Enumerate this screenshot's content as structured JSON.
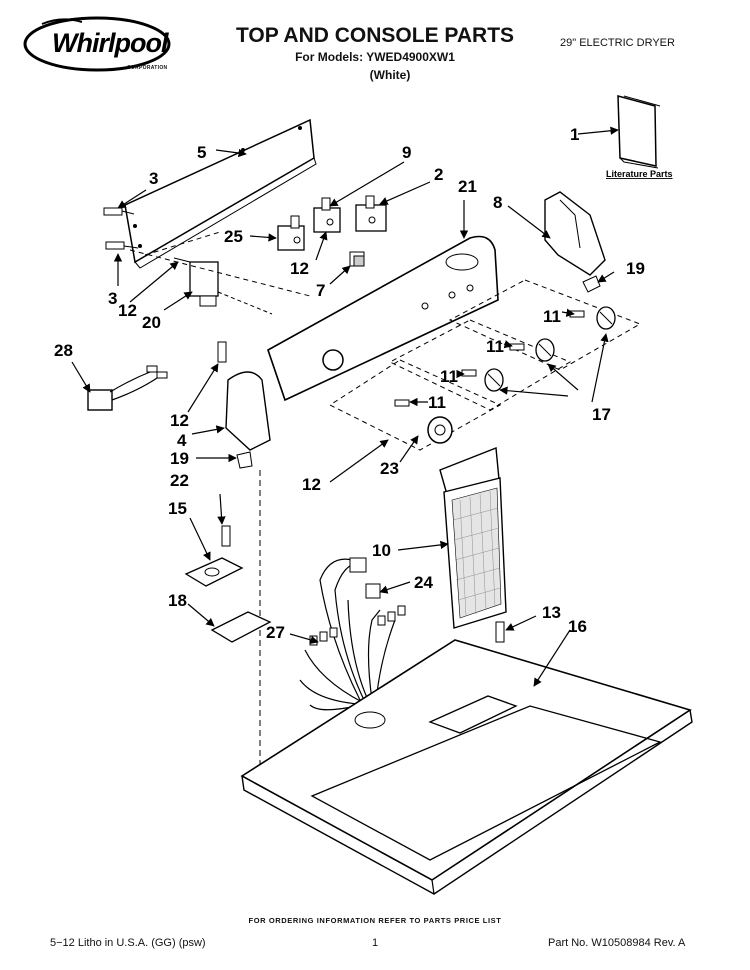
{
  "header": {
    "brand": "Whirlpool",
    "brand_sub": "CORPORATION",
    "title": "TOP AND CONSOLE PARTS",
    "models_line": "For Models: YWED4900XW1",
    "variant": "(White)",
    "product_type": "29\" ELECTRIC DRYER"
  },
  "diagram": {
    "literature_label": "Literature Parts",
    "callouts": [
      "1",
      "2",
      "3",
      "3",
      "4",
      "5",
      "7",
      "8",
      "9",
      "10",
      "11",
      "11",
      "11",
      "11",
      "12",
      "12",
      "12",
      "12",
      "13",
      "15",
      "16",
      "17",
      "18",
      "19",
      "19",
      "20",
      "21",
      "22",
      "23",
      "24",
      "25",
      "27",
      "28"
    ]
  },
  "footer": {
    "ordering_note": "FOR ORDERING INFORMATION REFER TO PARTS PRICE LIST",
    "litho": "5−12 Litho in U.S.A. (GG) (psw)",
    "page": "1",
    "part_number": "Part No. W10508984 Rev. A"
  },
  "colors": {
    "ink": "#000000",
    "paper": "#ffffff",
    "grey": "#cfcfcf"
  }
}
